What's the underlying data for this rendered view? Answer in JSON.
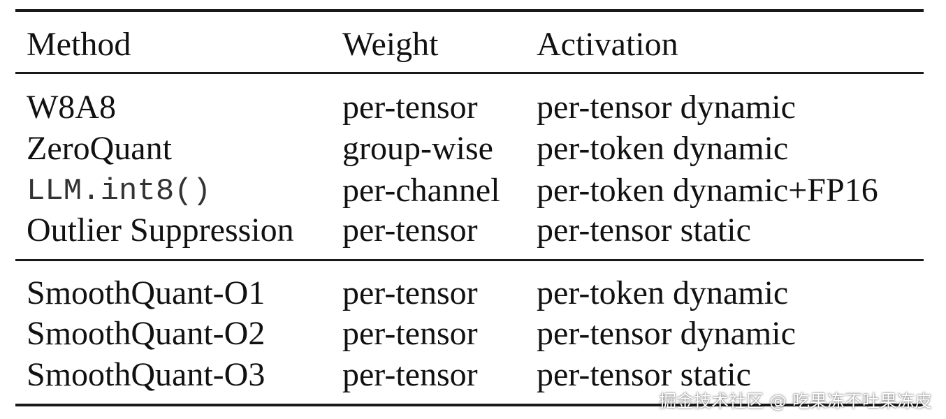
{
  "table": {
    "headers": [
      "Method",
      "Weight",
      "Activation"
    ],
    "group1": [
      [
        "W8A8",
        "per-tensor",
        "per-tensor dynamic"
      ],
      [
        "ZeroQuant",
        "group-wise",
        "per-token dynamic"
      ],
      [
        "LLM.int8()",
        "per-channel",
        "per-token dynamic+FP16"
      ],
      [
        "Outlier Suppression",
        "per-tensor",
        "per-tensor static"
      ]
    ],
    "group2": [
      [
        "SmoothQuant-O1",
        "per-tensor",
        "per-token dynamic"
      ],
      [
        "SmoothQuant-O2",
        "per-tensor",
        "per-tensor dynamic"
      ],
      [
        "SmoothQuant-O3",
        "per-tensor",
        "per-tensor static"
      ]
    ]
  },
  "watermark": "掘金技术社区 @ 吃果冻不吐果冻皮"
}
